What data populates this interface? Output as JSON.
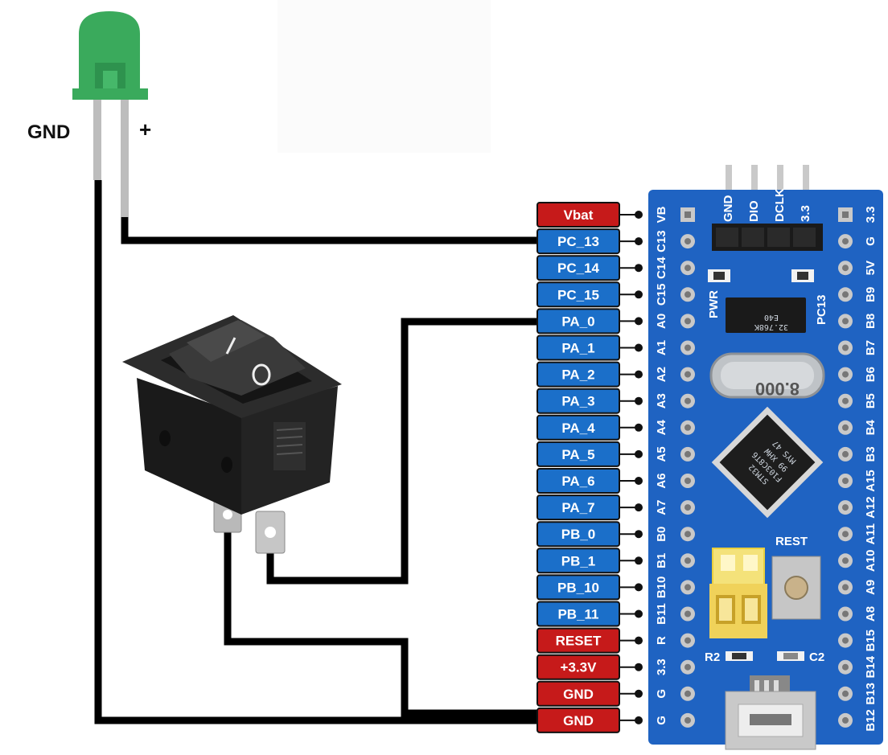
{
  "led": {
    "gnd_label": "GND",
    "plus_label": "+",
    "color": "#3aaa5c"
  },
  "switch": {
    "mark_on": "I",
    "mark_off": "O"
  },
  "colors": {
    "wire": "#000000",
    "pin_blue": "#1b6fc9",
    "pin_red": "#c61a1a",
    "board_blue": "#1f63c2"
  },
  "pins": [
    {
      "label": "Vbat",
      "color": "red"
    },
    {
      "label": "PC_13",
      "color": "blue"
    },
    {
      "label": "PC_14",
      "color": "blue"
    },
    {
      "label": "PC_15",
      "color": "blue"
    },
    {
      "label": "PA_0",
      "color": "blue"
    },
    {
      "label": "PA_1",
      "color": "blue"
    },
    {
      "label": "PA_2",
      "color": "blue"
    },
    {
      "label": "PA_3",
      "color": "blue"
    },
    {
      "label": "PA_4",
      "color": "blue"
    },
    {
      "label": "PA_5",
      "color": "blue"
    },
    {
      "label": "PA_6",
      "color": "blue"
    },
    {
      "label": "PA_7",
      "color": "blue"
    },
    {
      "label": "PB_0",
      "color": "blue"
    },
    {
      "label": "PB_1",
      "color": "blue"
    },
    {
      "label": "PB_10",
      "color": "blue"
    },
    {
      "label": "PB_11",
      "color": "blue"
    },
    {
      "label": "RESET",
      "color": "red"
    },
    {
      "label": "+3.3V",
      "color": "red"
    },
    {
      "label": "GND",
      "color": "red"
    },
    {
      "label": "GND",
      "color": "red"
    }
  ],
  "board": {
    "left_silk": [
      "VB",
      "C13",
      "C14",
      "C15",
      "A0",
      "A1",
      "A2",
      "A3",
      "A4",
      "A5",
      "A6",
      "A7",
      "B0",
      "B1",
      "B10",
      "B11",
      "R",
      "3.3",
      "G",
      "G"
    ],
    "right_silk": [
      "3.3",
      "G",
      "5V",
      "B9",
      "B8",
      "B7",
      "B6",
      "B5",
      "B4",
      "B3",
      "A15",
      "A12",
      "A11",
      "A10",
      "A9",
      "A8",
      "B15",
      "B14",
      "B13",
      "B12"
    ],
    "crystal_text": "8.000",
    "rtc_text": "32.768K",
    "rtc_sub": "E40",
    "mcu_lines": [
      "STM32",
      "F103C8T6",
      "99 XHW",
      "MYS 47"
    ],
    "pwr_label": "PWR",
    "pc13_label": "PC13",
    "reset_label": "REST",
    "r2_label": "R2",
    "c2_label": "C2",
    "header_labels": [
      "GND",
      "DIO",
      "DCLK",
      "3.3"
    ]
  }
}
